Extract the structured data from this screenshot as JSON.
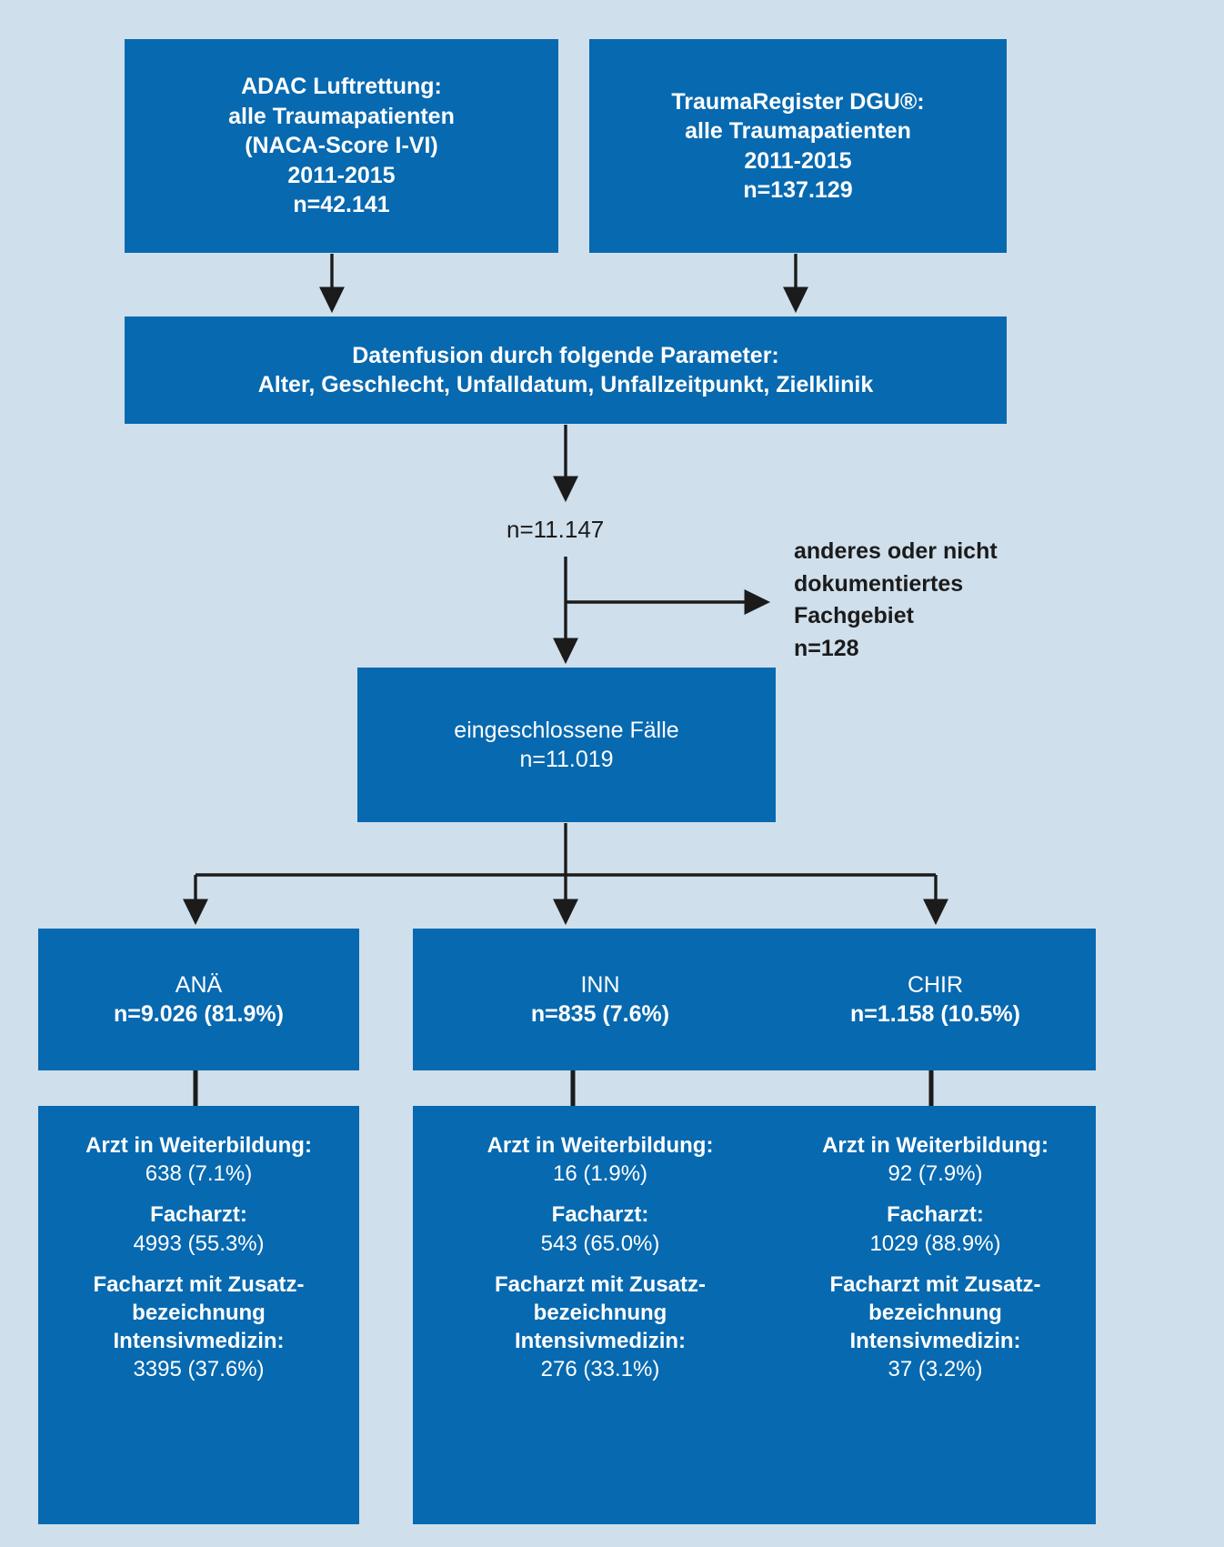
{
  "figure": {
    "type": "flowchart",
    "language": "de",
    "colors": {
      "background": "#cfdfeb",
      "box_fill": "#0769b0",
      "box_text": "#ffffff",
      "connector": "#1b1b1b",
      "free_text": "#1b1b1b"
    }
  },
  "nodes": {
    "source_adac": {
      "lines": [
        "ADAC Luftrettung:",
        "alle Traumapatienten",
        "(NACA-Score I-VI)",
        "2011-2015",
        "n=42.141"
      ]
    },
    "source_traumaregister": {
      "lines": [
        "TraumaRegister DGU®:",
        "alle Traumapatienten",
        "2011-2015",
        "n=137.129"
      ]
    },
    "datafusion": {
      "lines": [
        "Datenfusion durch folgende Parameter:",
        "Alter, Geschlecht, Unfalldatum, Unfallzeitpunkt, Zielklinik"
      ]
    },
    "merged_count": "n=11.147",
    "exclusion": {
      "lines": [
        "anderes oder nicht",
        "dokumentiertes",
        "Fachgebiet",
        "n=128"
      ]
    },
    "included": {
      "lines": [
        "eingeschlossene Fälle",
        "n=11.019"
      ]
    }
  },
  "categories": [
    {
      "id": "ana",
      "label": "ANÄ",
      "count_line": "n=9.026 (81.9%)",
      "n": 9026,
      "percent": 81.9,
      "details": [
        {
          "label": "Arzt in Weiterbildung:",
          "value": "638 (7.1%)",
          "n": 638,
          "percent": 7.1
        },
        {
          "label": "Facharzt:",
          "value": "4993 (55.3%)",
          "n": 4993,
          "percent": 55.3
        },
        {
          "label_lines": [
            "Facharzt mit Zusatz-",
            "bezeichnung",
            "Intensivmedizin:"
          ],
          "value": "3395 (37.6%)",
          "n": 3395,
          "percent": 37.6
        }
      ]
    },
    {
      "id": "inn",
      "label": "INN",
      "count_line": "n=835 (7.6%)",
      "n": 835,
      "percent": 7.6,
      "details": [
        {
          "label": "Arzt in Weiterbildung:",
          "value": "16 (1.9%)",
          "n": 16,
          "percent": 1.9
        },
        {
          "label": "Facharzt:",
          "value": "543 (65.0%)",
          "n": 543,
          "percent": 65.0
        },
        {
          "label_lines": [
            "Facharzt mit Zusatz-",
            "bezeichnung",
            "Intensivmedizin:"
          ],
          "value": "276 (33.1%)",
          "n": 276,
          "percent": 33.1
        }
      ]
    },
    {
      "id": "chir",
      "label": "CHIR",
      "count_line": "n=1.158 (10.5%)",
      "n": 1158,
      "percent": 10.5,
      "details": [
        {
          "label": "Arzt in Weiterbildung:",
          "value": "92 (7.9%)",
          "n": 92,
          "percent": 7.9
        },
        {
          "label": "Facharzt:",
          "value": "1029 (88.9%)",
          "n": 1029,
          "percent": 88.9
        },
        {
          "label_lines": [
            "Facharzt mit Zusatz-",
            "bezeichnung",
            "Intensivmedizin:"
          ],
          "value": "37 (3.2%)",
          "n": 37,
          "percent": 3.2
        }
      ]
    }
  ]
}
